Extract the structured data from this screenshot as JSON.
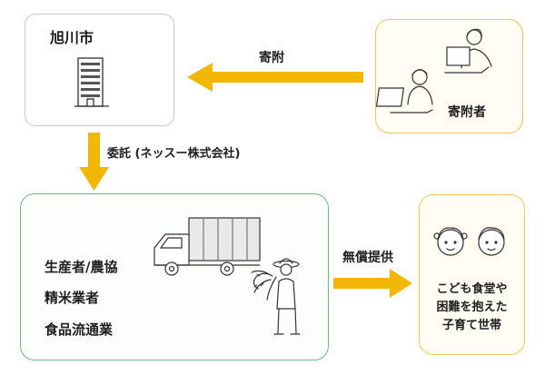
{
  "city": {
    "name": "旭川市"
  },
  "donor": {
    "label": "寄附者"
  },
  "flows": {
    "donation": "寄附",
    "consignment": "委託 (ネッスー株式会社)",
    "free_provision": "無償提供"
  },
  "producers": {
    "items": [
      "生産者/農協",
      "精米業者",
      "食品流通業"
    ]
  },
  "recipients": {
    "lines": [
      "こども食堂や",
      "困難を抱えた",
      "子育て世帯"
    ]
  },
  "icons": [
    "building-icon",
    "laptop-person-icon",
    "truck-icon",
    "farmer-rice-icon",
    "child-face-icon"
  ],
  "colors": {
    "arrow": "#f2b705",
    "donor_border": "#f0c85a",
    "producer_border": "#6fb886",
    "city_border": "#c9c9c9"
  }
}
